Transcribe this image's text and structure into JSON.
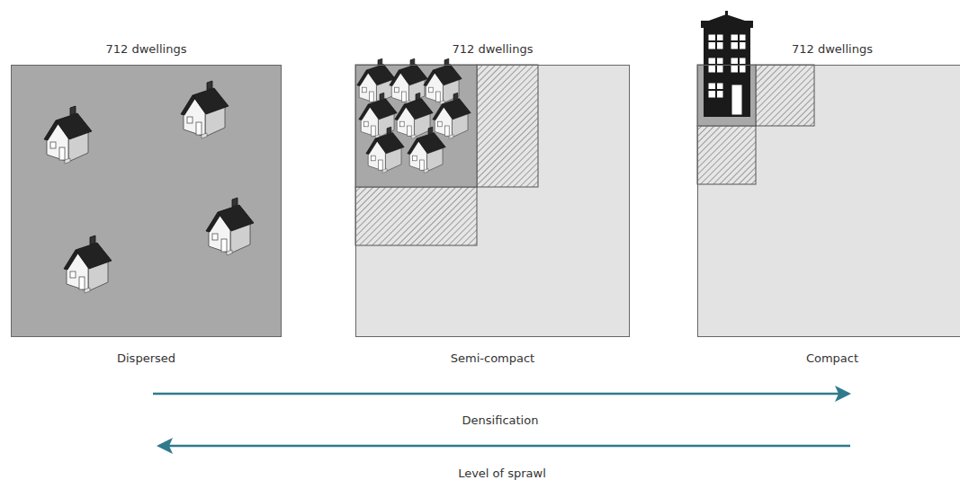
{
  "diagram": {
    "nodes": [
      {
        "text": [
          "712 dwellings",
          "Dispersed"
        ]
      },
      {
        "text": [
          "712 dwellings",
          "Semi-compact"
        ]
      },
      {
        "text": [
          "712 dwellings",
          "Compact"
        ]
      }
    ],
    "labels": [
      "Densification",
      "Level of sprawl"
    ]
  }
}
